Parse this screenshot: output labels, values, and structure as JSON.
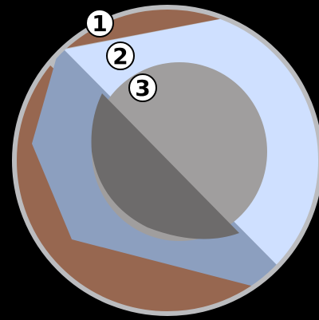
{
  "diagram": {
    "labels": [
      "1",
      "2",
      "3"
    ],
    "colors": {
      "background": "#000000",
      "crust_outer": "#bbbcbf",
      "ice_shell": "#cfe0ff",
      "ice_shell_shadow": "#8c9fbf",
      "core": "#a09e9e",
      "core_shadow": "#6d6b6b",
      "surface": "#976750",
      "surface_dark": "#8a5c47",
      "label_fill": "#ffffff",
      "label_stroke": "#000000"
    }
  }
}
